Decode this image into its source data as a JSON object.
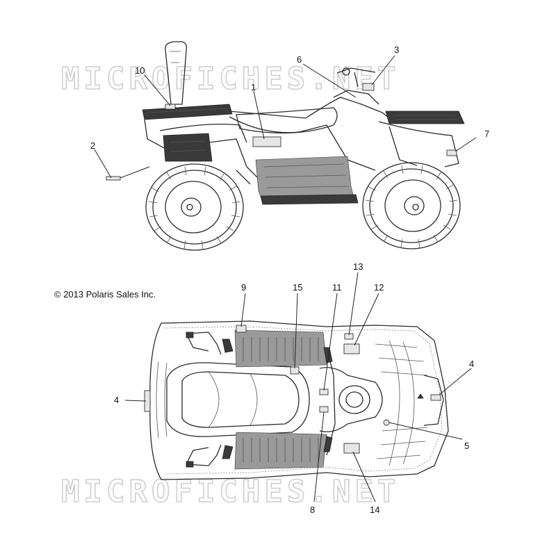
{
  "watermark": "MICROFICHES.NET",
  "copyright": "© 2013 Polaris Sales Inc.",
  "callouts": {
    "c1": "1",
    "c2": "2",
    "c3": "3",
    "c4a": "4",
    "c4b": "4",
    "c5": "5",
    "c6": "6",
    "c7": "7",
    "c8": "8",
    "c9": "9",
    "c10": "10",
    "c11": "11",
    "c12": "12",
    "c13": "13",
    "c14": "14",
    "c15": "15"
  }
}
